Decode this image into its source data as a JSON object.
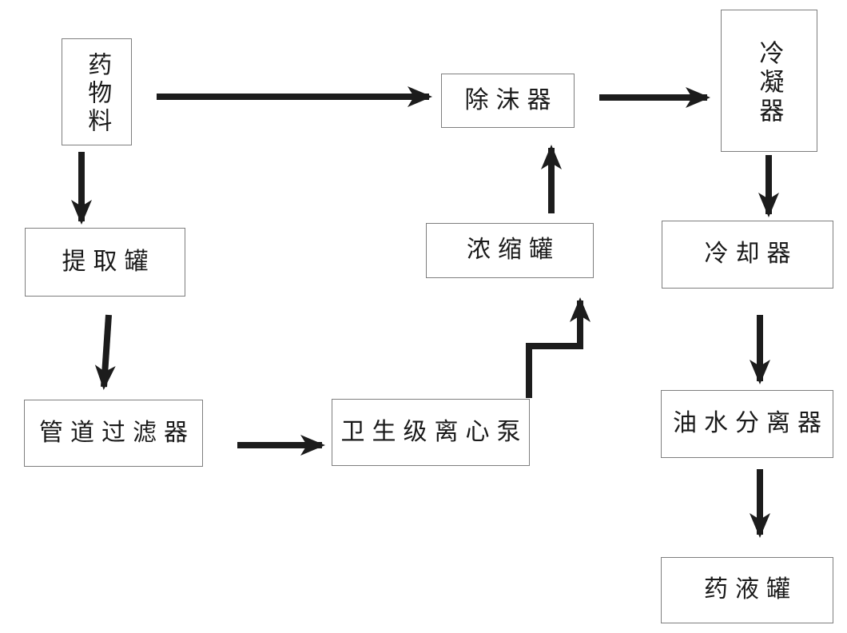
{
  "diagram": {
    "type": "flowchart",
    "colors": {
      "background": "#ffffff",
      "node_border": "#7e7e7e",
      "node_fill": "#ffffff",
      "text": "#1a1a1a",
      "arrow": "#1c1c1c"
    },
    "nodes": [
      {
        "id": "drug-material",
        "label": "药物料",
        "orientation": "vertical"
      },
      {
        "id": "extraction-tank",
        "label": "提取罐",
        "orientation": "horizontal"
      },
      {
        "id": "pipeline-filter",
        "label": "管道过滤器",
        "orientation": "horizontal"
      },
      {
        "id": "sanitary-centrifugal-pump",
        "label": "卫生级离心泵",
        "orientation": "horizontal"
      },
      {
        "id": "concentration-tank",
        "label": "浓缩罐",
        "orientation": "horizontal"
      },
      {
        "id": "demister",
        "label": "除沫器",
        "orientation": "horizontal"
      },
      {
        "id": "condenser",
        "label": "冷凝器",
        "orientation": "vertical"
      },
      {
        "id": "cooler",
        "label": "冷却器",
        "orientation": "horizontal"
      },
      {
        "id": "oil-water-separator",
        "label": "油水分离器",
        "orientation": "horizontal"
      },
      {
        "id": "liquid-medicine-tank",
        "label": "药液罐",
        "orientation": "horizontal"
      }
    ],
    "edges": [
      {
        "from": "drug-material",
        "to": "demister"
      },
      {
        "from": "drug-material",
        "to": "extraction-tank"
      },
      {
        "from": "extraction-tank",
        "to": "pipeline-filter"
      },
      {
        "from": "pipeline-filter",
        "to": "sanitary-centrifugal-pump"
      },
      {
        "from": "sanitary-centrifugal-pump",
        "to": "concentration-tank"
      },
      {
        "from": "concentration-tank",
        "to": "demister"
      },
      {
        "from": "demister",
        "to": "condenser"
      },
      {
        "from": "condenser",
        "to": "cooler"
      },
      {
        "from": "cooler",
        "to": "oil-water-separator"
      },
      {
        "from": "oil-water-separator",
        "to": "liquid-medicine-tank"
      }
    ]
  }
}
